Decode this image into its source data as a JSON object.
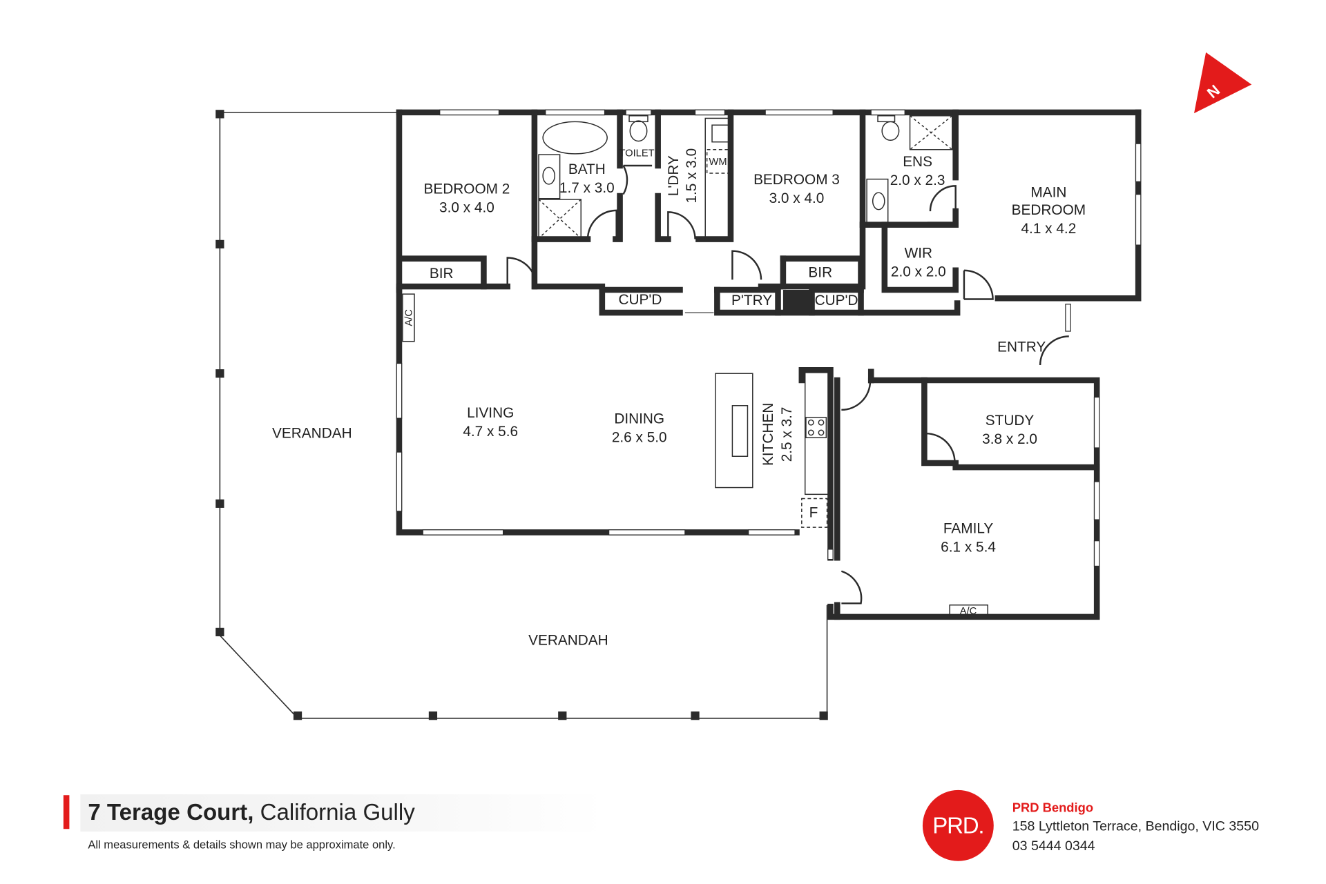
{
  "rooms": {
    "bedroom2": {
      "name": "BEDROOM 2",
      "size": "3.0 x 4.0"
    },
    "bath": {
      "name": "BATH",
      "size": "1.7 x 3.0"
    },
    "toilet": {
      "name": "TOILET"
    },
    "laundry": {
      "name": "L'DRY",
      "size": "1.5 x 3.0"
    },
    "wm": {
      "name": "WM"
    },
    "bedroom3": {
      "name": "BEDROOM 3",
      "size": "3.0 x 4.0"
    },
    "ens": {
      "name": "ENS",
      "size": "2.0 x 2.3"
    },
    "main_bedroom": {
      "name1": "MAIN",
      "name2": "BEDROOM",
      "size": "4.1 x 4.2"
    },
    "wir": {
      "name": "WIR",
      "size": "2.0 x 2.0"
    },
    "bir_left": {
      "name": "BIR"
    },
    "bir_right": {
      "name": "BIR"
    },
    "cupd_left": {
      "name": "CUP'D"
    },
    "pantry": {
      "name": "P'TRY"
    },
    "cupd_right": {
      "name": "CUP'D"
    },
    "ac_living": {
      "name": "A/C"
    },
    "entry": {
      "name": "ENTRY"
    },
    "living": {
      "name": "LIVING",
      "size": "4.7 x 5.6"
    },
    "dining": {
      "name": "DINING",
      "size": "2.6 x 5.0"
    },
    "kitchen": {
      "name": "KITCHEN",
      "size": "2.5 x 3.7"
    },
    "fridge": {
      "name": "F"
    },
    "study": {
      "name": "STUDY",
      "size": "3.8 x 2.0"
    },
    "family": {
      "name": "FAMILY",
      "size": "6.1 x 5.4"
    },
    "ac_family": {
      "name": "A/C"
    },
    "verandah_side": {
      "name": "VERANDAH"
    },
    "verandah_front": {
      "name": "VERANDAH"
    }
  },
  "compass": {
    "label": "N"
  },
  "property": {
    "street": "7 Terage Court,",
    "suburb": "California Gully",
    "disclaimer": "All measurements & details shown may be approximate only."
  },
  "agency": {
    "logo": "PRD.",
    "name": "PRD Bendigo",
    "address": "158 Lyttleton Terrace, Bendigo, VIC 3550",
    "phone": "03 5444 0344"
  },
  "colors": {
    "wall": "#2b2b2b",
    "brand_red": "#e31b1b"
  }
}
